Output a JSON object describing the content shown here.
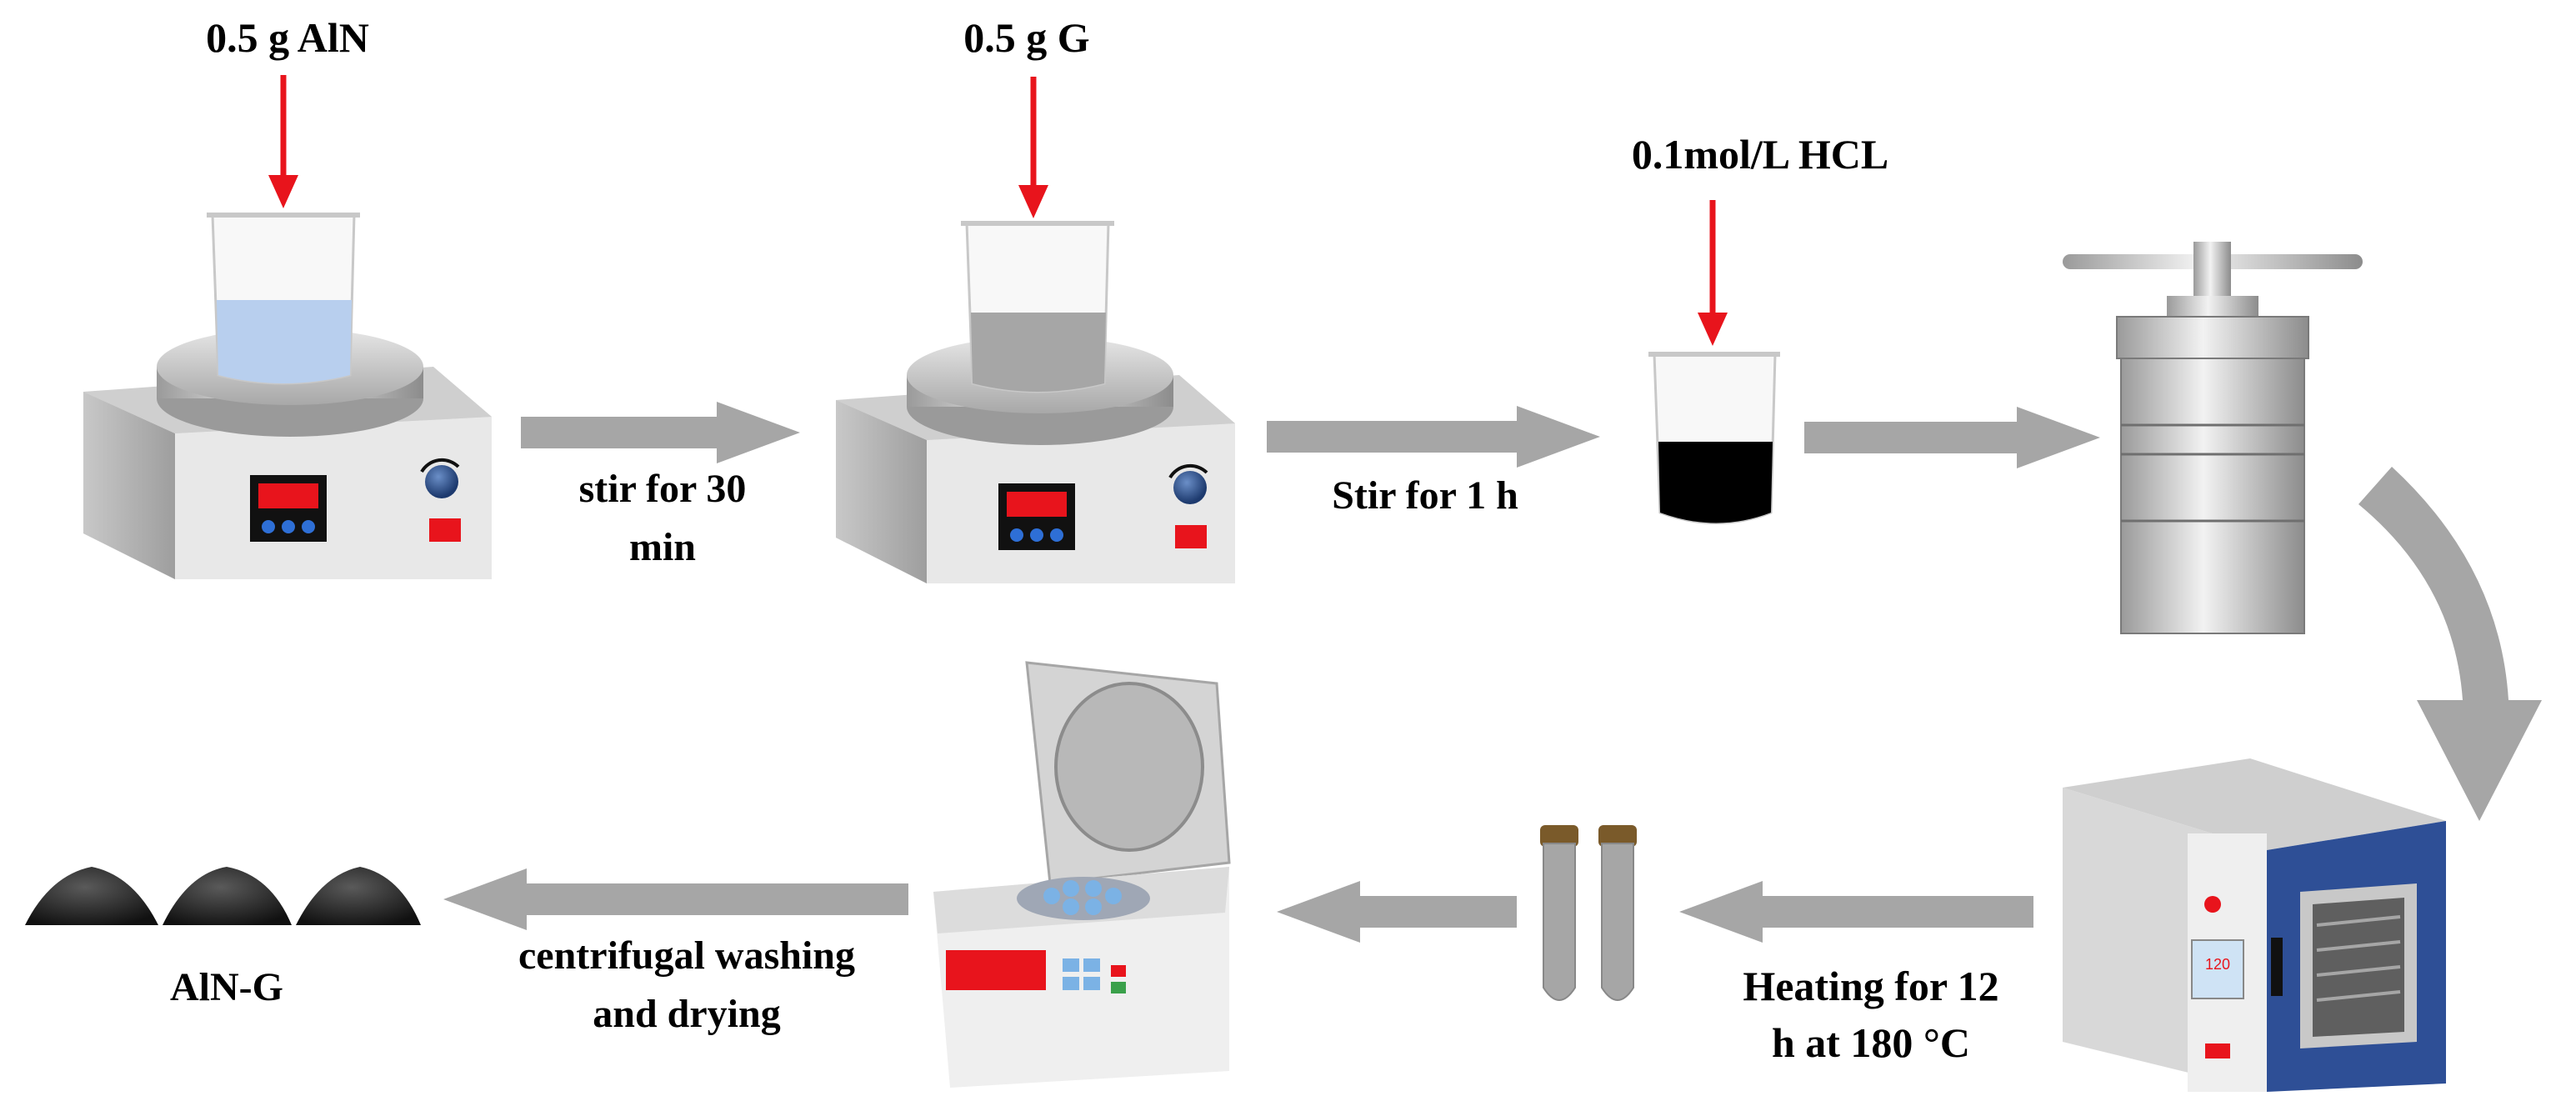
{
  "labels": {
    "aln_amount": "0.5 g AlN",
    "g_amount": "0.5 g G",
    "hcl": "0.1mol/L HCL",
    "stir_30_line1": "stir for 30",
    "stir_30_line2": "min",
    "stir_1h": "Stir for 1 h",
    "heating_line1": "Heating for 12",
    "heating_line2": "h at 180 °C",
    "washing_line1": "centrifugal washing",
    "washing_line2": "and drying",
    "product": "AlN-G"
  },
  "displays": {
    "oven_temp": "120"
  },
  "colors": {
    "red_arrow": "#e8141c",
    "flow_arrow": "#a6a6a6",
    "aln_liquid": "#b8cfee",
    "g_liquid": "#a6a6a6",
    "hcl_mix": "#000000",
    "oven_door": "#2e4f96",
    "display_red": "#e8141c"
  }
}
